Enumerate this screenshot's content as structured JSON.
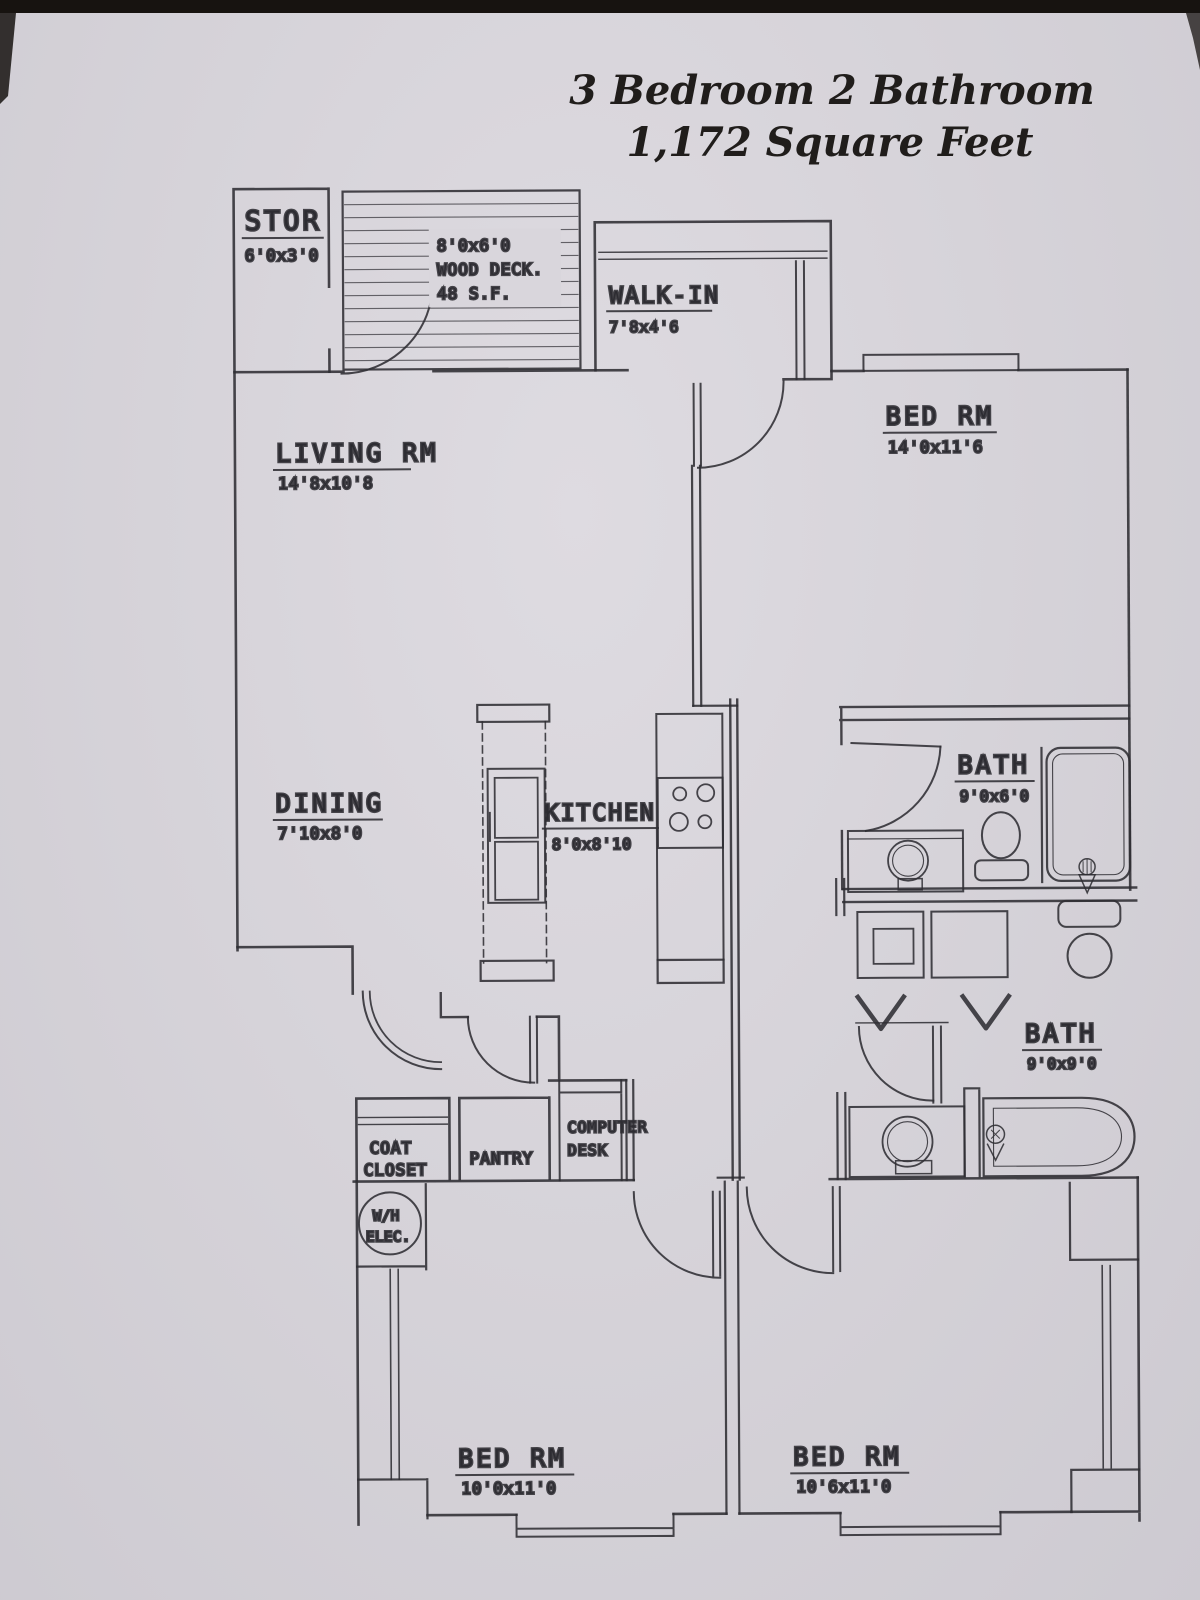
{
  "photo": {
    "paper_hex": "#d6d3d9",
    "line_hex": "#2f2e33",
    "edge_hex": "#171310"
  },
  "title": {
    "line1": "3 Bedroom 2 Bathroom",
    "line2": "1,172 Square Feet"
  },
  "rooms": {
    "storage": {
      "label": "STOR",
      "dims": "6'0x3'0"
    },
    "deck": {
      "dims": "8'0x6'0",
      "label": "WOOD DECK.",
      "area": "48 S.F."
    },
    "walk_in": {
      "label": "WALK-IN",
      "dims": "7'8x4'6"
    },
    "living": {
      "label": "LIVING RM",
      "dims": "14'8x10'8"
    },
    "bedroom_main": {
      "label": "BED RM",
      "dims": "14'0x11'6"
    },
    "dining": {
      "label": "DINING",
      "dims": "7'10x8'0"
    },
    "kitchen": {
      "label": "KITCHEN",
      "dims": "8'0x8'10"
    },
    "bath_upper": {
      "label": "BATH",
      "dims": "9'0x6'0"
    },
    "bath_lower": {
      "label": "BATH",
      "dims": "9'0x9'0"
    },
    "coat_closet": {
      "line1": "COAT",
      "line2": "CLOSET"
    },
    "pantry": {
      "label": "PANTRY"
    },
    "computer_desk": {
      "line1": "COMPUTER",
      "line2": "DESK"
    },
    "utility": {
      "line1": "W/H",
      "line2": "ELEC."
    },
    "bedroom_left": {
      "label": "BED RM",
      "dims": "10'0x11'0"
    },
    "bedroom_right": {
      "label": "BED RM",
      "dims": "10'6x11'0"
    }
  }
}
